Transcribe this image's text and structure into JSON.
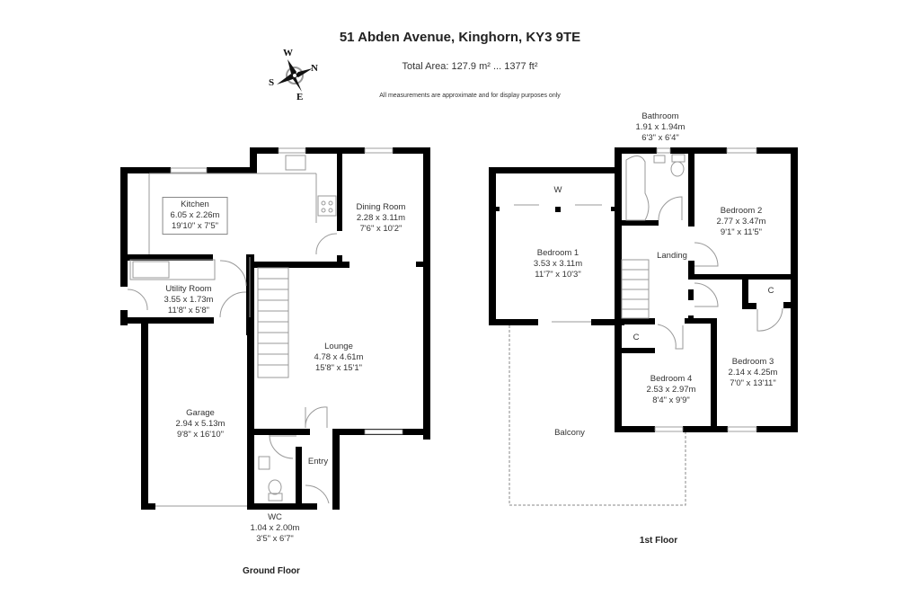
{
  "header": {
    "title": "51 Abden Avenue, Kinghorn, KY3 9TE",
    "total_area": "Total Area: 127.9 m² ... 1377 ft²",
    "disclaimer": "All measurements are approximate and for display purposes only"
  },
  "compass": {
    "icon": "compass-rose-icon",
    "north": "N",
    "south": "S",
    "east": "E",
    "west": "W"
  },
  "ground_floor": {
    "label": "Ground Floor",
    "rooms": [
      {
        "name": "Kitchen",
        "metric": "6.05 x 2.26m",
        "imperial": "19'10\" x 7'5\""
      },
      {
        "name": "Dining Room",
        "metric": "2.28 x 3.11m",
        "imperial": "7'6\" x 10'2\""
      },
      {
        "name": "Utility Room",
        "metric": "3.55 x 1.73m",
        "imperial": "11'8\" x 5'8\""
      },
      {
        "name": "Lounge",
        "metric": "4.78 x 4.61m",
        "imperial": "15'8\" x 15'1\""
      },
      {
        "name": "Garage",
        "metric": "2.94 x 5.13m",
        "imperial": "9'8\" x 16'10\""
      },
      {
        "name": "Entry"
      },
      {
        "name": "WC",
        "metric": "1.04 x 2.00m",
        "imperial": "3'5\" x 6'7\""
      }
    ]
  },
  "first_floor": {
    "label": "1st Floor",
    "rooms": [
      {
        "name": "Bathroom",
        "metric": "1.91 x 1.94m",
        "imperial": "6'3\" x 6'4\""
      },
      {
        "name": "Bedroom 1",
        "metric": "3.53 x 3.11m",
        "imperial": "11'7\" x 10'3\""
      },
      {
        "name": "W"
      },
      {
        "name": "Bedroom 2",
        "metric": "2.77 x 3.47m",
        "imperial": "9'1\" x 11'5\""
      },
      {
        "name": "Landing"
      },
      {
        "name": "C"
      },
      {
        "name": "C"
      },
      {
        "name": "Bedroom 3",
        "metric": "2.14 x 4.25m",
        "imperial": "7'0\" x 13'11\""
      },
      {
        "name": "Bedroom 4",
        "metric": "2.53 x 2.97m",
        "imperial": "8'4\" x 9'9\""
      },
      {
        "name": "Balcony"
      }
    ]
  },
  "colors": {
    "wall": "#000000",
    "fixture": "#999999",
    "text": "#333333",
    "background": "#ffffff"
  }
}
